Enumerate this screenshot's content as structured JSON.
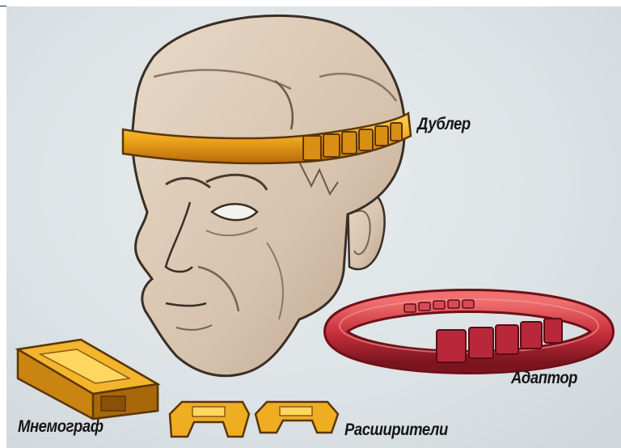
{
  "labels": {
    "dubler": "Дублер",
    "adaptor": "Адаптор",
    "mnemograph": "Мнемограф",
    "expanders": "Расширители"
  },
  "colors": {
    "background": "#dde3e6",
    "skin": "#dcc9b6",
    "skin_shadow": "#b59e88",
    "gold_band": "#e9a21c",
    "red_ring": "#c8323c",
    "label_text": "#161616"
  }
}
